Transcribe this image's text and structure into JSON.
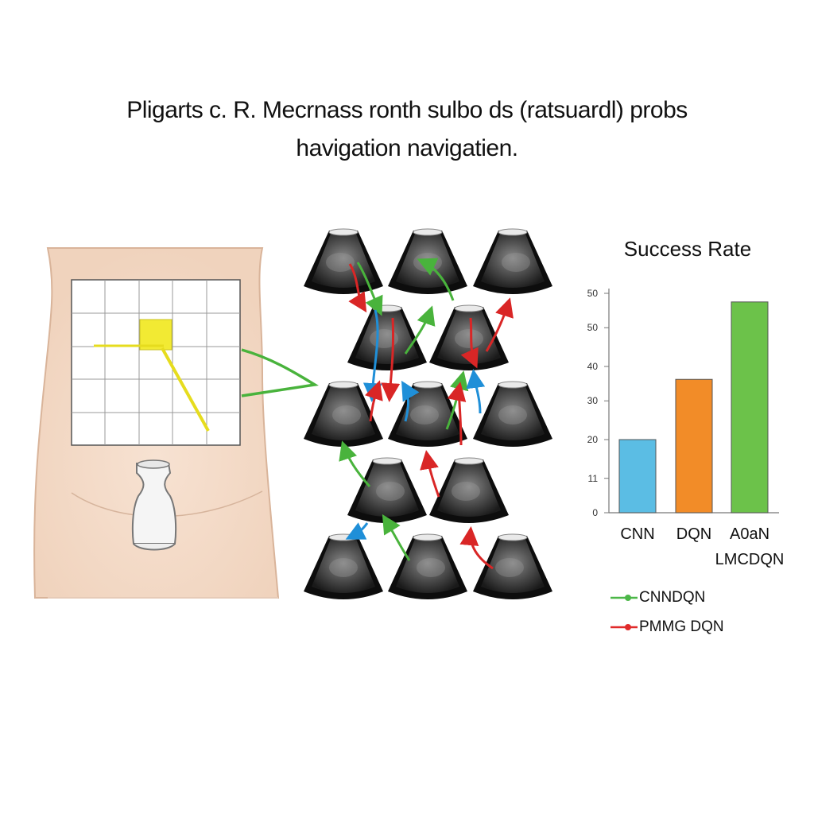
{
  "title": {
    "line1": "Pligarts c. R. Mecrnass ronth sulbo ds (ratsuardl) probs",
    "line2": "havigation navigatien."
  },
  "chart_data": {
    "type": "bar",
    "title": "Success Rate",
    "categories": [
      "CNN",
      "DQN",
      "A0aN LMCDQN"
    ],
    "category_labels": [
      [
        "CNN"
      ],
      [
        "DQN"
      ],
      [
        "A0aN",
        "LMCDQN"
      ]
    ],
    "values": [
      17,
      31,
      49
    ],
    "colors": [
      "#5bbde4",
      "#f28c28",
      "#6cc24a"
    ],
    "ytick_labels": [
      "0",
      "11",
      "20",
      "30",
      "40",
      "50",
      "50"
    ],
    "ytick_values": [
      0,
      8,
      17,
      26,
      34,
      43,
      51
    ],
    "ylim": [
      0,
      51
    ]
  },
  "legend": [
    {
      "label": "CNNDQN",
      "color": "#4cb748"
    },
    {
      "label": "PMMG DQN",
      "color": "#e02b2b"
    }
  ]
}
